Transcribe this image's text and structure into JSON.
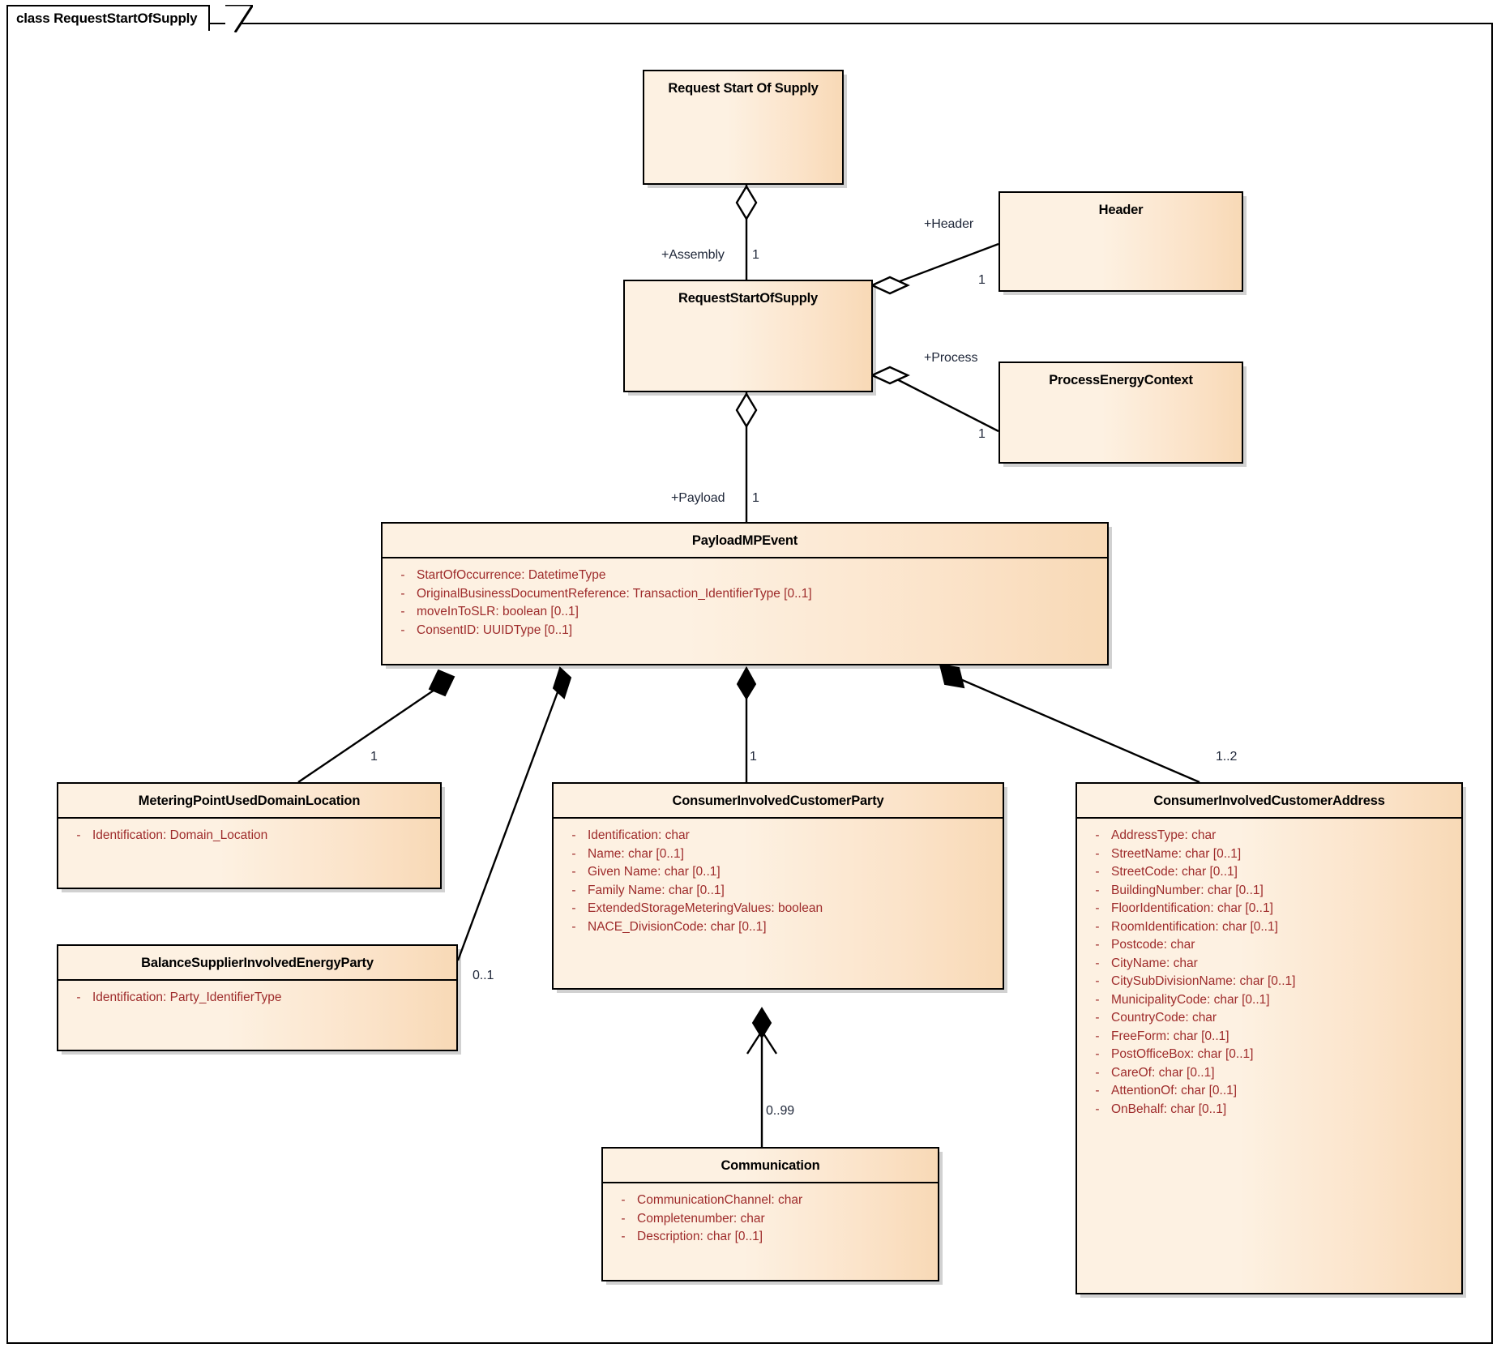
{
  "frame": {
    "tab_label": "class RequestStartOfSupply"
  },
  "classes": {
    "request_start_of_supply_root": {
      "name": "Request Start Of Supply",
      "attributes": []
    },
    "request_start_of_supply": {
      "name": "RequestStartOfSupply",
      "attributes": []
    },
    "header": {
      "name": "Header",
      "attributes": []
    },
    "process_energy_context": {
      "name": "ProcessEnergyContext",
      "attributes": []
    },
    "payload_mp_event": {
      "name": "PayloadMPEvent",
      "attributes": [
        {
          "vis": "-",
          "sig": "StartOfOccurrence: DatetimeType"
        },
        {
          "vis": "-",
          "sig": "OriginalBusinessDocumentReference: Transaction_IdentifierType [0..1]"
        },
        {
          "vis": "-",
          "sig": "moveInToSLR: boolean [0..1]"
        },
        {
          "vis": "-",
          "sig": "ConsentID: UUIDType [0..1]"
        }
      ]
    },
    "metering_point_used_domain_location": {
      "name": "MeteringPointUsedDomainLocation",
      "attributes": [
        {
          "vis": "-",
          "sig": "Identification: Domain_Location"
        }
      ]
    },
    "balance_supplier_involved_energy_party": {
      "name": "BalanceSupplierInvolvedEnergyParty",
      "attributes": [
        {
          "vis": "-",
          "sig": "Identification: Party_IdentifierType"
        }
      ]
    },
    "consumer_involved_customer_party": {
      "name": "ConsumerInvolvedCustomerParty",
      "attributes": [
        {
          "vis": "-",
          "sig": "Identification: char"
        },
        {
          "vis": "-",
          "sig": "Name: char [0..1]"
        },
        {
          "vis": "-",
          "sig": "Given Name: char [0..1]"
        },
        {
          "vis": "-",
          "sig": "Family Name: char [0..1]"
        },
        {
          "vis": "-",
          "sig": "ExtendedStorageMeteringValues: boolean"
        },
        {
          "vis": "-",
          "sig": "NACE_DivisionCode: char [0..1]"
        }
      ]
    },
    "consumer_involved_customer_address": {
      "name": "ConsumerInvolvedCustomerAddress",
      "attributes": [
        {
          "vis": "-",
          "sig": "AddressType: char"
        },
        {
          "vis": "-",
          "sig": "StreetName: char [0..1]"
        },
        {
          "vis": "-",
          "sig": "StreetCode: char [0..1]"
        },
        {
          "vis": "-",
          "sig": "BuildingNumber: char [0..1]"
        },
        {
          "vis": "-",
          "sig": "FloorIdentification: char [0..1]"
        },
        {
          "vis": "-",
          "sig": "RoomIdentification: char [0..1]"
        },
        {
          "vis": "-",
          "sig": "Postcode: char"
        },
        {
          "vis": "-",
          "sig": "CityName: char"
        },
        {
          "vis": "-",
          "sig": "CitySubDivisionName: char [0..1]"
        },
        {
          "vis": "-",
          "sig": "MunicipalityCode: char [0..1]"
        },
        {
          "vis": "-",
          "sig": "CountryCode: char"
        },
        {
          "vis": "-",
          "sig": "FreeForm: char [0..1]"
        },
        {
          "vis": "-",
          "sig": "PostOfficeBox: char [0..1]"
        },
        {
          "vis": "-",
          "sig": "CareOf: char [0..1]"
        },
        {
          "vis": "-",
          "sig": "AttentionOf: char [0..1]"
        },
        {
          "vis": "-",
          "sig": "OnBehalf: char [0..1]"
        }
      ]
    },
    "communication": {
      "name": "Communication",
      "attributes": [
        {
          "vis": "-",
          "sig": "CommunicationChannel: char"
        },
        {
          "vis": "-",
          "sig": "Completenumber: char"
        },
        {
          "vis": "-",
          "sig": "Description: char [0..1]"
        }
      ]
    }
  },
  "edge_labels": {
    "assembly_role": "+Assembly",
    "assembly_mult": "1",
    "header_role": "+Header",
    "header_mult": "1",
    "process_role": "+Process",
    "process_mult": "1",
    "payload_role": "+Payload",
    "payload_mult": "1",
    "metering_mult": "1",
    "balance_supplier_mult": "0..1",
    "customer_party_mult": "1",
    "customer_address_mult": "1..2",
    "communication_mult": "0..99"
  },
  "colors": {
    "class_fill_light": "#fdf1e2",
    "class_fill_dark": "#f8d9b6",
    "border": "#000000",
    "attribute_text": "#9e2b2b",
    "label_text": "#20283a",
    "title_text": "#000000"
  }
}
